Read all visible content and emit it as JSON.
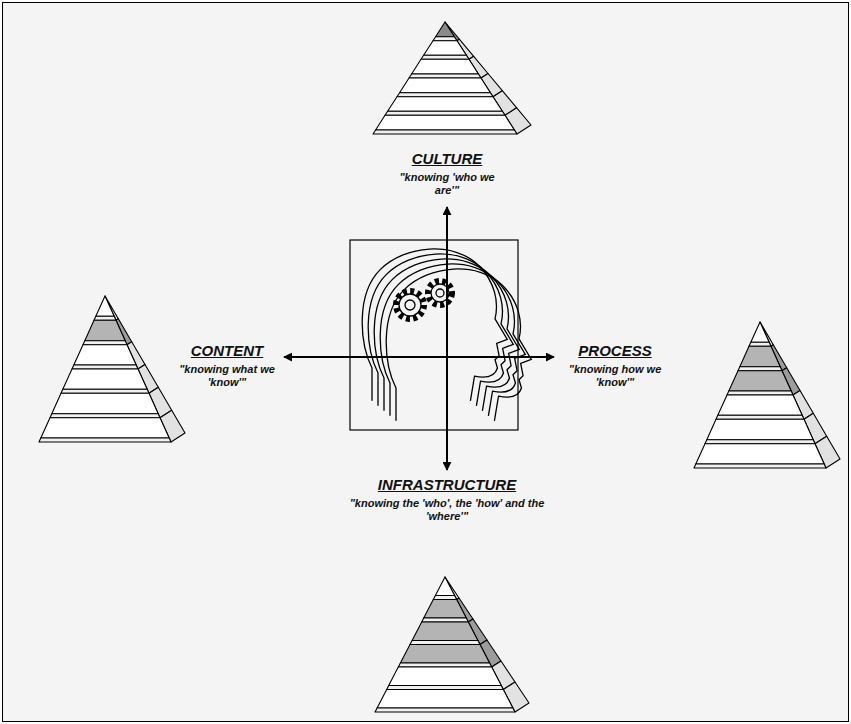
{
  "diagram": {
    "labels": [
      "CULTURE",
      "\"knowing 'who we are'\"",
      "CONTENT",
      "\"knowing what we 'know'\"",
      "PROCESS",
      "\"knowing how we 'know'\"",
      "INFRASTRUCTURE",
      "\"knowing the 'who', the 'how' and the 'where'\""
    ]
  }
}
